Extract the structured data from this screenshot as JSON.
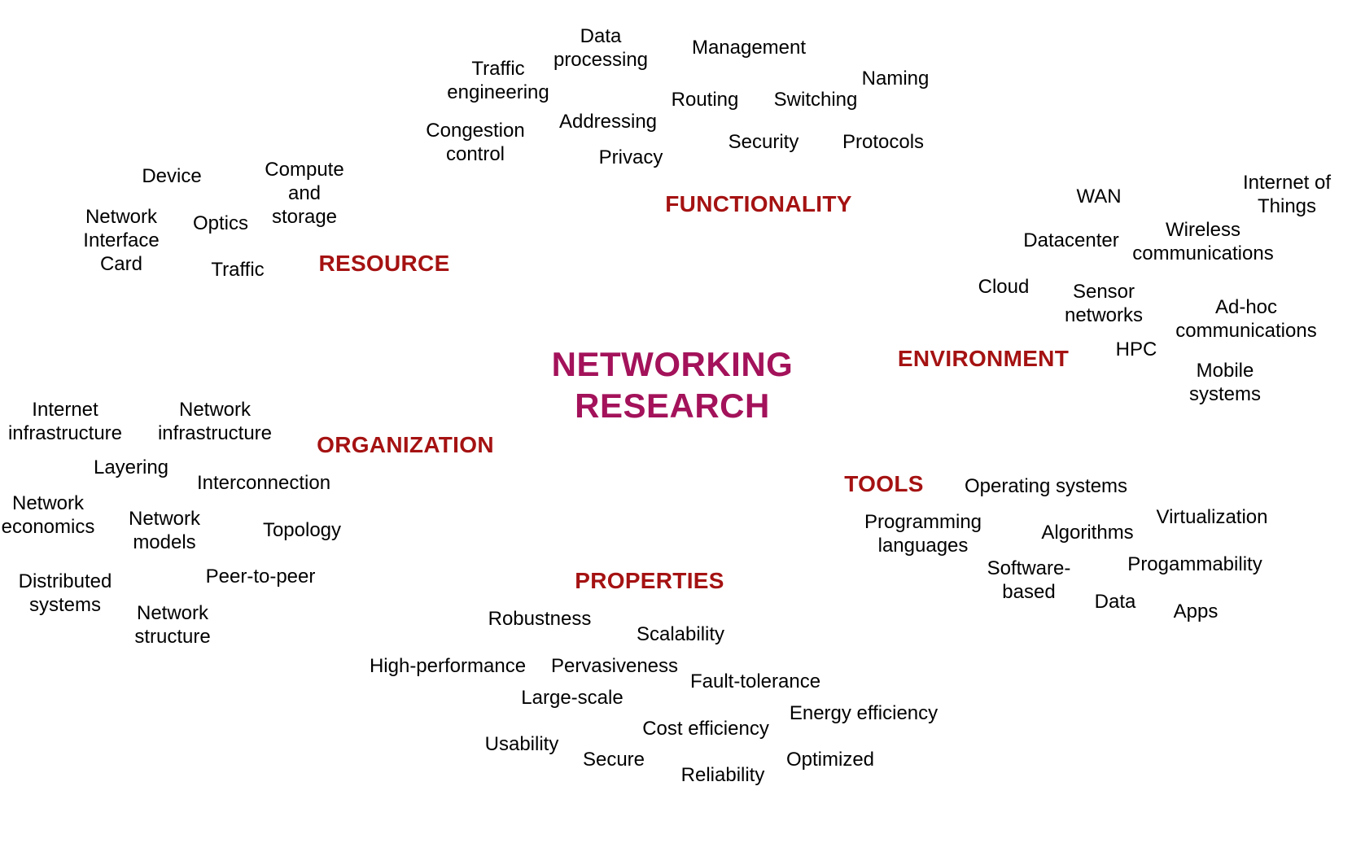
{
  "colors": {
    "title": "#a3125a",
    "category": "#a51212",
    "term": "#000000"
  },
  "title": [
    "NETWORKING",
    "RESEARCH"
  ],
  "groups": [
    {
      "id": "functionality",
      "label": "FUNCTIONALITY",
      "terms": [
        [
          "Data",
          "processing"
        ],
        [
          "Management"
        ],
        [
          "Traffic",
          "engineering"
        ],
        [
          "Naming"
        ],
        [
          "Routing"
        ],
        [
          "Switching"
        ],
        [
          "Addressing"
        ],
        [
          "Congestion",
          "control"
        ],
        [
          "Security"
        ],
        [
          "Protocols"
        ],
        [
          "Privacy"
        ]
      ]
    },
    {
      "id": "resource",
      "label": "RESOURCE",
      "terms": [
        [
          "Device"
        ],
        [
          "Compute",
          "and",
          "storage"
        ],
        [
          "Network",
          "Interface",
          "Card"
        ],
        [
          "Optics"
        ],
        [
          "Traffic"
        ]
      ]
    },
    {
      "id": "environment",
      "label": "ENVIRONMENT",
      "terms": [
        [
          "Internet of",
          "Things"
        ],
        [
          "WAN"
        ],
        [
          "Wireless",
          "communications"
        ],
        [
          "Datacenter"
        ],
        [
          "Cloud"
        ],
        [
          "Sensor",
          "networks"
        ],
        [
          "Ad-hoc",
          "communications"
        ],
        [
          "HPC"
        ],
        [
          "Mobile",
          "systems"
        ]
      ]
    },
    {
      "id": "organization",
      "label": "ORGANIZATION",
      "terms": [
        [
          "Internet",
          "infrastructure"
        ],
        [
          "Network",
          "infrastructure"
        ],
        [
          "Layering"
        ],
        [
          "Interconnection"
        ],
        [
          "Network",
          "economics"
        ],
        [
          "Network",
          "models"
        ],
        [
          "Topology"
        ],
        [
          "Distributed",
          "systems"
        ],
        [
          "Peer-to-peer"
        ],
        [
          "Network",
          "structure"
        ]
      ]
    },
    {
      "id": "tools",
      "label": "TOOLS",
      "terms": [
        [
          "Operating systems"
        ],
        [
          "Programming",
          "languages"
        ],
        [
          "Virtualization"
        ],
        [
          "Algorithms"
        ],
        [
          "Progammability"
        ],
        [
          "Software-",
          "based"
        ],
        [
          "Data"
        ],
        [
          "Apps"
        ]
      ]
    },
    {
      "id": "properties",
      "label": "PROPERTIES",
      "terms": [
        [
          "Robustness"
        ],
        [
          "Scalability"
        ],
        [
          "High-performance"
        ],
        [
          "Pervasiveness"
        ],
        [
          "Fault-tolerance"
        ],
        [
          "Large-scale"
        ],
        [
          "Energy efficiency"
        ],
        [
          "Cost efficiency"
        ],
        [
          "Usability"
        ],
        [
          "Secure"
        ],
        [
          "Optimized"
        ],
        [
          "Reliability"
        ]
      ]
    }
  ]
}
